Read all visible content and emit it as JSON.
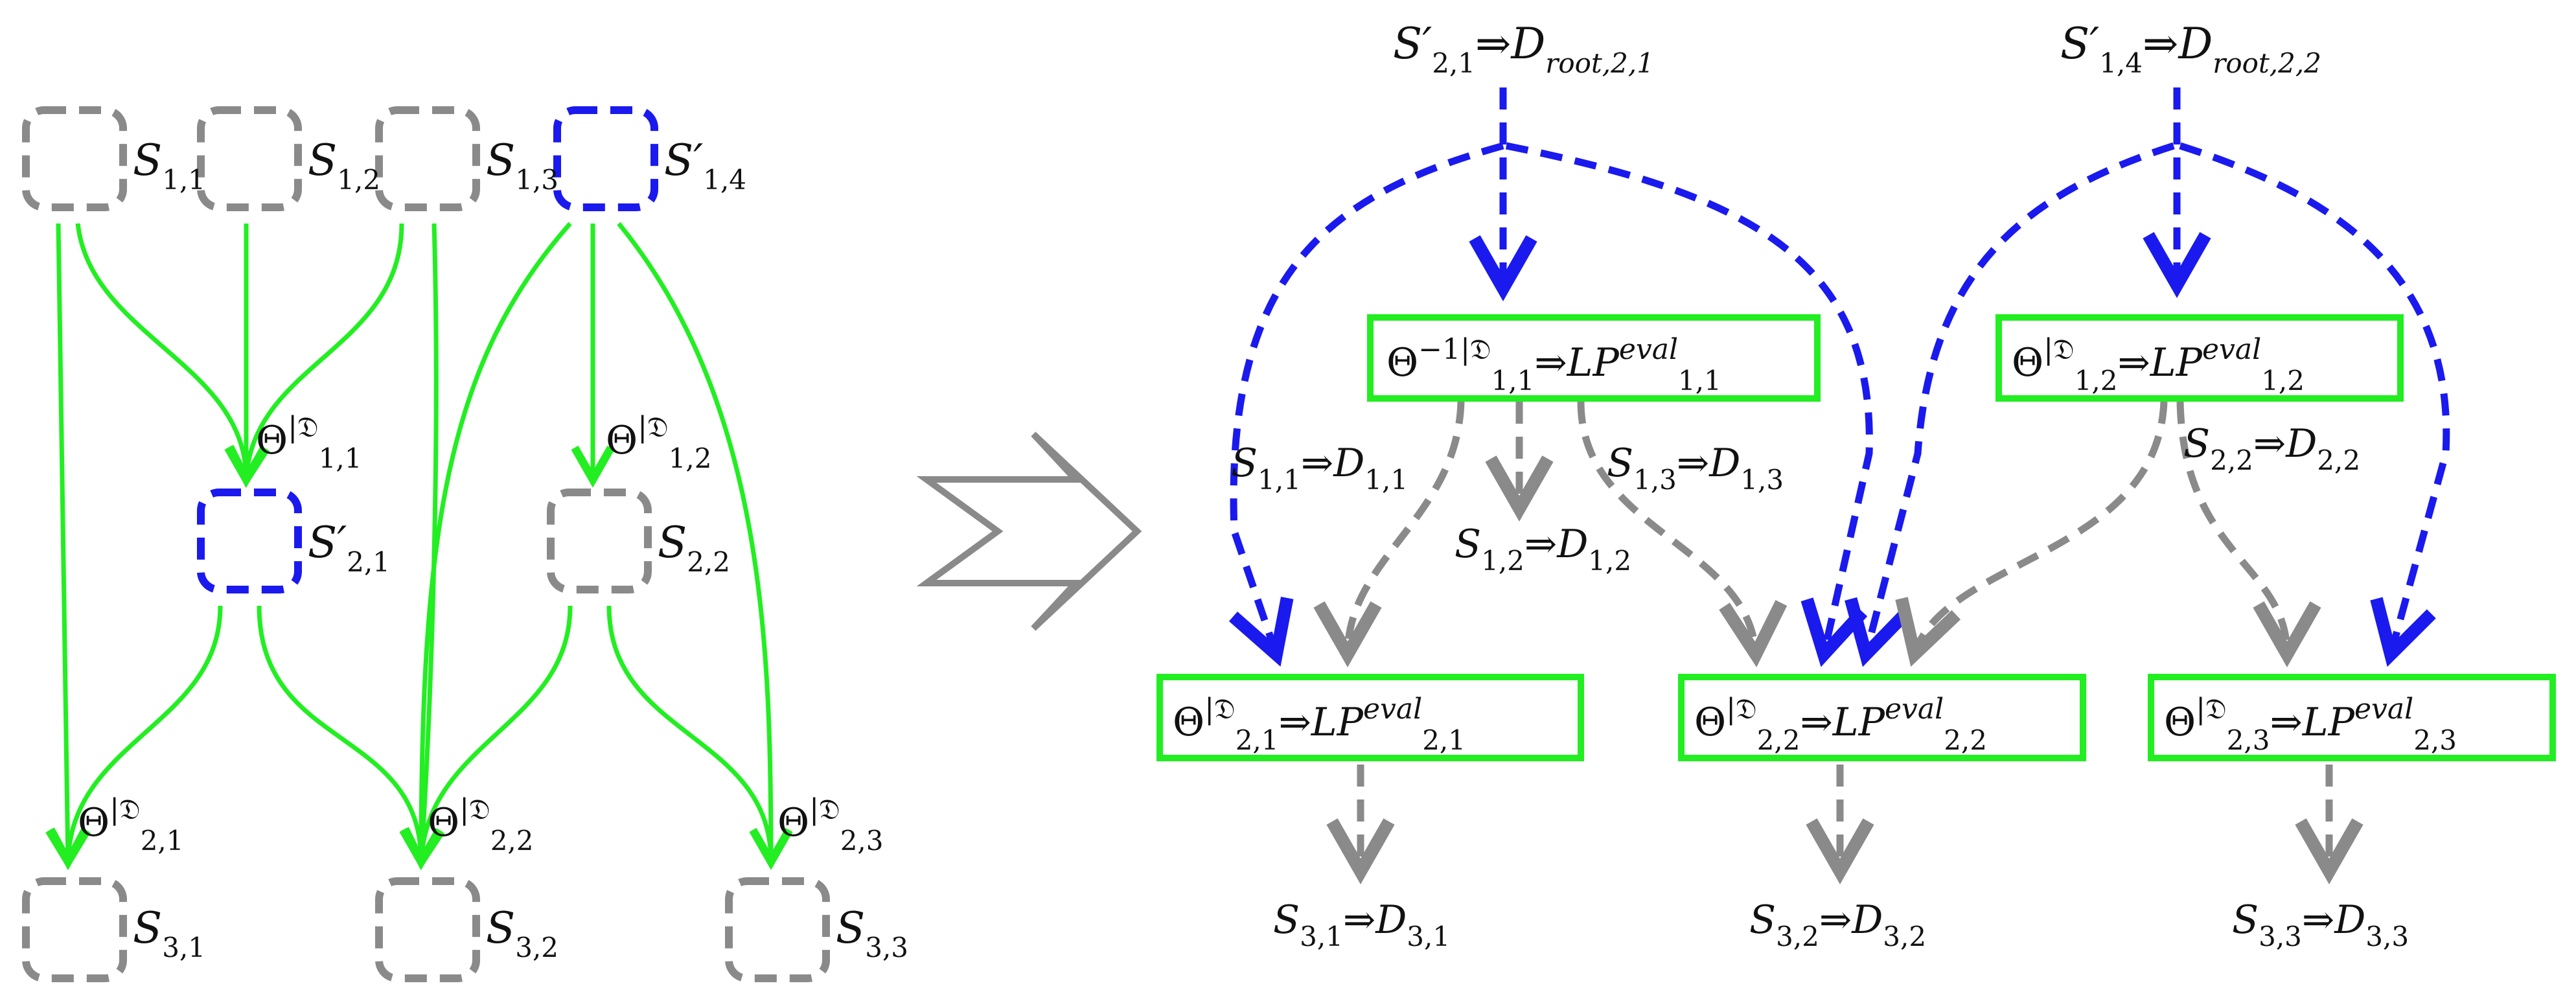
{
  "colors": {
    "green": "#22ee22",
    "blue": "#1a1aee",
    "gray": "#8a8a8a",
    "text": "#111111"
  },
  "icons": {
    "transform_arrow": "hollow-arrow-right-icon"
  },
  "left": {
    "nodes": [
      {
        "id": "s11",
        "sym": "S",
        "prime": "",
        "sub": "1,1",
        "state": "gray"
      },
      {
        "id": "s12",
        "sym": "S",
        "prime": "",
        "sub": "1,2",
        "state": "gray"
      },
      {
        "id": "s13",
        "sym": "S",
        "prime": "",
        "sub": "1,3",
        "state": "gray"
      },
      {
        "id": "s14",
        "sym": "S",
        "prime": "′",
        "sub": "1,4",
        "state": "blue"
      },
      {
        "id": "s21",
        "sym": "S",
        "prime": "′",
        "sub": "2,1",
        "state": "blue"
      },
      {
        "id": "s22",
        "sym": "S",
        "prime": "",
        "sub": "2,2",
        "state": "gray"
      },
      {
        "id": "s31",
        "sym": "S",
        "prime": "",
        "sub": "3,1",
        "state": "gray"
      },
      {
        "id": "s32",
        "sym": "S",
        "prime": "",
        "sub": "3,2",
        "state": "gray"
      },
      {
        "id": "s33",
        "sym": "S",
        "prime": "",
        "sub": "3,3",
        "state": "gray"
      }
    ],
    "operators": [
      {
        "id": "t11",
        "sym": "Θ",
        "sup": "|𝔇",
        "sub": "1,1"
      },
      {
        "id": "t12",
        "sym": "Θ",
        "sup": "|𝔇",
        "sub": "1,2"
      },
      {
        "id": "t21",
        "sym": "Θ",
        "sup": "|𝔇",
        "sub": "2,1"
      },
      {
        "id": "t22",
        "sym": "Θ",
        "sup": "|𝔇",
        "sub": "2,2"
      },
      {
        "id": "t23",
        "sym": "Θ",
        "sup": "|𝔇",
        "sub": "2,3"
      }
    ]
  },
  "right": {
    "roots": [
      {
        "id": "r1",
        "lhs": "S",
        "lhs_prime": "′",
        "lhs_sub": "2,1",
        "arrow": "⇒",
        "rhs": "D",
        "rhs_sub": "root,2,1"
      },
      {
        "id": "r2",
        "lhs": "S",
        "lhs_prime": "′",
        "lhs_sub": "1,4",
        "arrow": "⇒",
        "rhs": "D",
        "rhs_sub": "root,2,2"
      }
    ],
    "boxes": [
      {
        "id": "b11",
        "sym": "Θ",
        "sup": "−1|𝔇",
        "sub": "1,1",
        "arrow": "⇒",
        "rhs": "LP",
        "rhs_sup": "eval",
        "rhs_sub": "1,1"
      },
      {
        "id": "b12",
        "sym": "Θ",
        "sup": "|𝔇",
        "sub": "1,2",
        "arrow": "⇒",
        "rhs": "LP",
        "rhs_sup": "eval",
        "rhs_sub": "1,2"
      },
      {
        "id": "b21",
        "sym": "Θ",
        "sup": "|𝔇",
        "sub": "2,1",
        "arrow": "⇒",
        "rhs": "LP",
        "rhs_sup": "eval",
        "rhs_sub": "2,1"
      },
      {
        "id": "b22",
        "sym": "Θ",
        "sup": "|𝔇",
        "sub": "2,2",
        "arrow": "⇒",
        "rhs": "LP",
        "rhs_sup": "eval",
        "rhs_sub": "2,2"
      },
      {
        "id": "b23",
        "sym": "Θ",
        "sup": "|𝔇",
        "sub": "2,3",
        "arrow": "⇒",
        "rhs": "LP",
        "rhs_sup": "eval",
        "rhs_sub": "2,3"
      }
    ],
    "edge_labels": [
      {
        "id": "e11",
        "lhs": "S",
        "lhs_sub": "1,1",
        "arrow": "⇒",
        "rhs": "D",
        "rhs_sub": "1,1"
      },
      {
        "id": "e12",
        "lhs": "S",
        "lhs_sub": "1,2",
        "arrow": "⇒",
        "rhs": "D",
        "rhs_sub": "1,2"
      },
      {
        "id": "e13",
        "lhs": "S",
        "lhs_sub": "1,3",
        "arrow": "⇒",
        "rhs": "D",
        "rhs_sub": "1,3"
      },
      {
        "id": "e22",
        "lhs": "S",
        "lhs_sub": "2,2",
        "arrow": "⇒",
        "rhs": "D",
        "rhs_sub": "2,2"
      }
    ],
    "leaves": [
      {
        "id": "l31",
        "lhs": "S",
        "lhs_sub": "3,1",
        "arrow": "⇒",
        "rhs": "D",
        "rhs_sub": "3,1"
      },
      {
        "id": "l32",
        "lhs": "S",
        "lhs_sub": "3,2",
        "arrow": "⇒",
        "rhs": "D",
        "rhs_sub": "3,2"
      },
      {
        "id": "l33",
        "lhs": "S",
        "lhs_sub": "3,3",
        "arrow": "⇒",
        "rhs": "D",
        "rhs_sub": "3,3"
      }
    ]
  }
}
